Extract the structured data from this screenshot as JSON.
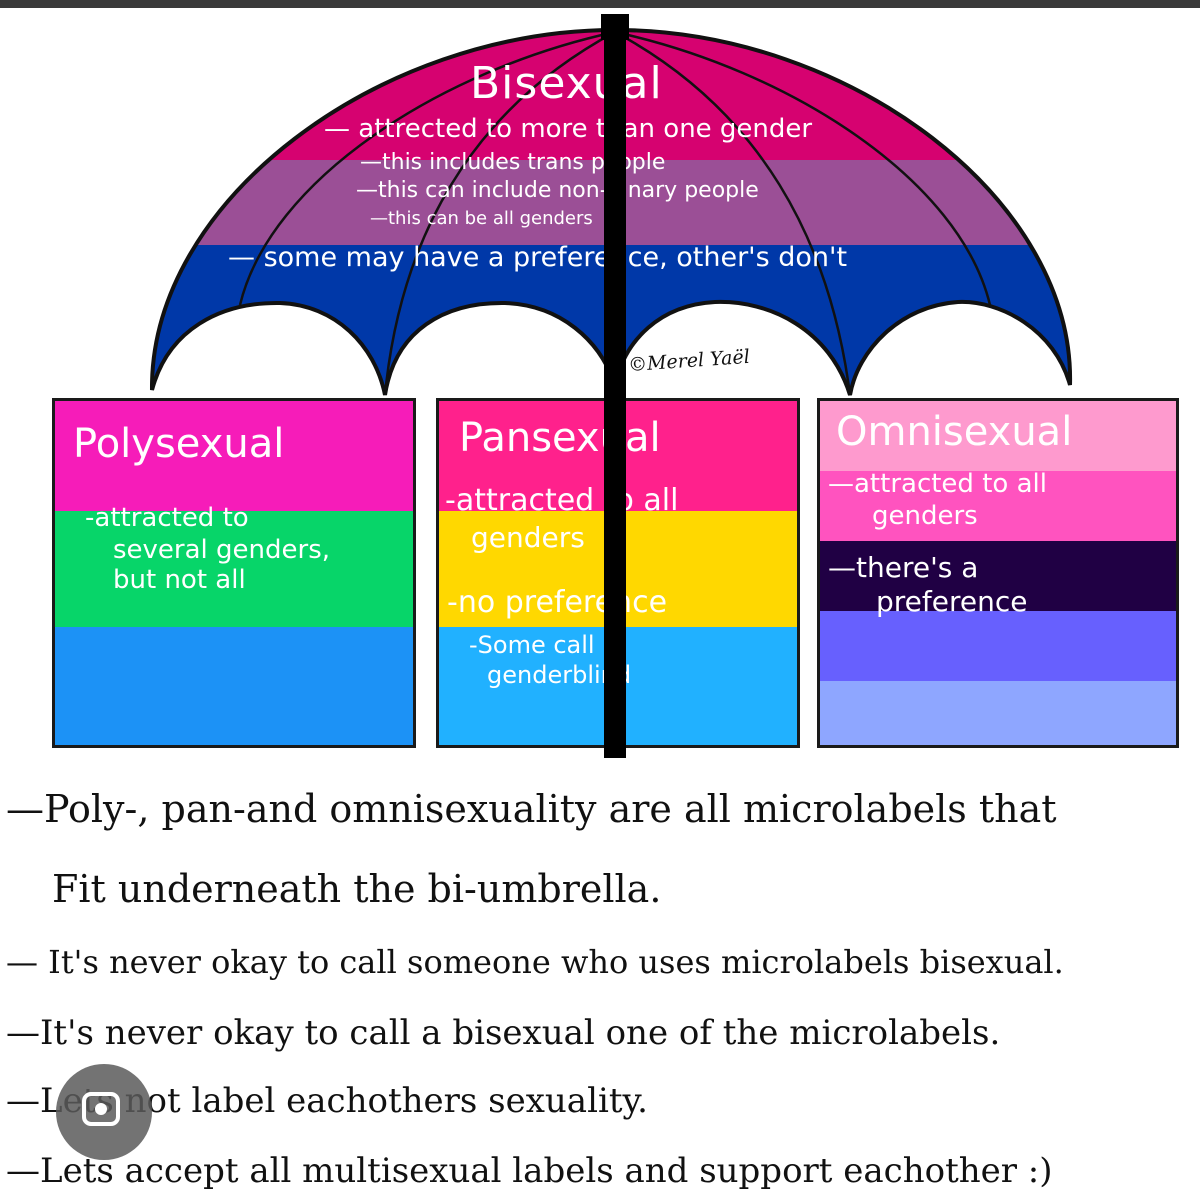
{
  "umbrella": {
    "title": "Bisexual",
    "lines": [
      "— attrected to more than one gender",
      "—this includes trans people",
      "—this can include non-binary people",
      "—this can be all genders",
      "— some may have a preference, other's don't"
    ],
    "colors": [
      "#d60270",
      "#9b4f96",
      "#0038a8"
    ]
  },
  "credit": "©Merel Yaël",
  "flags": [
    {
      "name": "Polysexual",
      "lines": [
        "-attracted to",
        "several genders,",
        "but not all"
      ],
      "colors": [
        "#f61cb9",
        "#07d569",
        "#1c92f6"
      ]
    },
    {
      "name": "Pansexual",
      "lines": [
        "-attracted to all",
        "genders",
        "-no preference",
        "-Some call it",
        "genderblind"
      ],
      "colors": [
        "#ff218c",
        "#ffd800",
        "#21b1ff"
      ]
    },
    {
      "name": "Omnisexual",
      "lines": [
        "—attracted to all",
        "genders",
        "—there's a",
        "preference"
      ],
      "colors": [
        "#fe9ace",
        "#ff53bf",
        "#200044",
        "#6760fe",
        "#8ea6ff"
      ]
    }
  ],
  "notes": [
    "—Poly-, pan-and omnisexuality are all microlabels that",
    "Fit underneath the bi-umbrella.",
    "— It's never okay to call someone who uses microlabels bisexual.",
    "—It's never okay to call a bisexual one of the microlabels.",
    "—Lets not label eachothers sexuality.",
    "—Lets accept all multisexual labels and support eachother :)"
  ],
  "icons": {
    "lens": "google-lens-icon"
  }
}
